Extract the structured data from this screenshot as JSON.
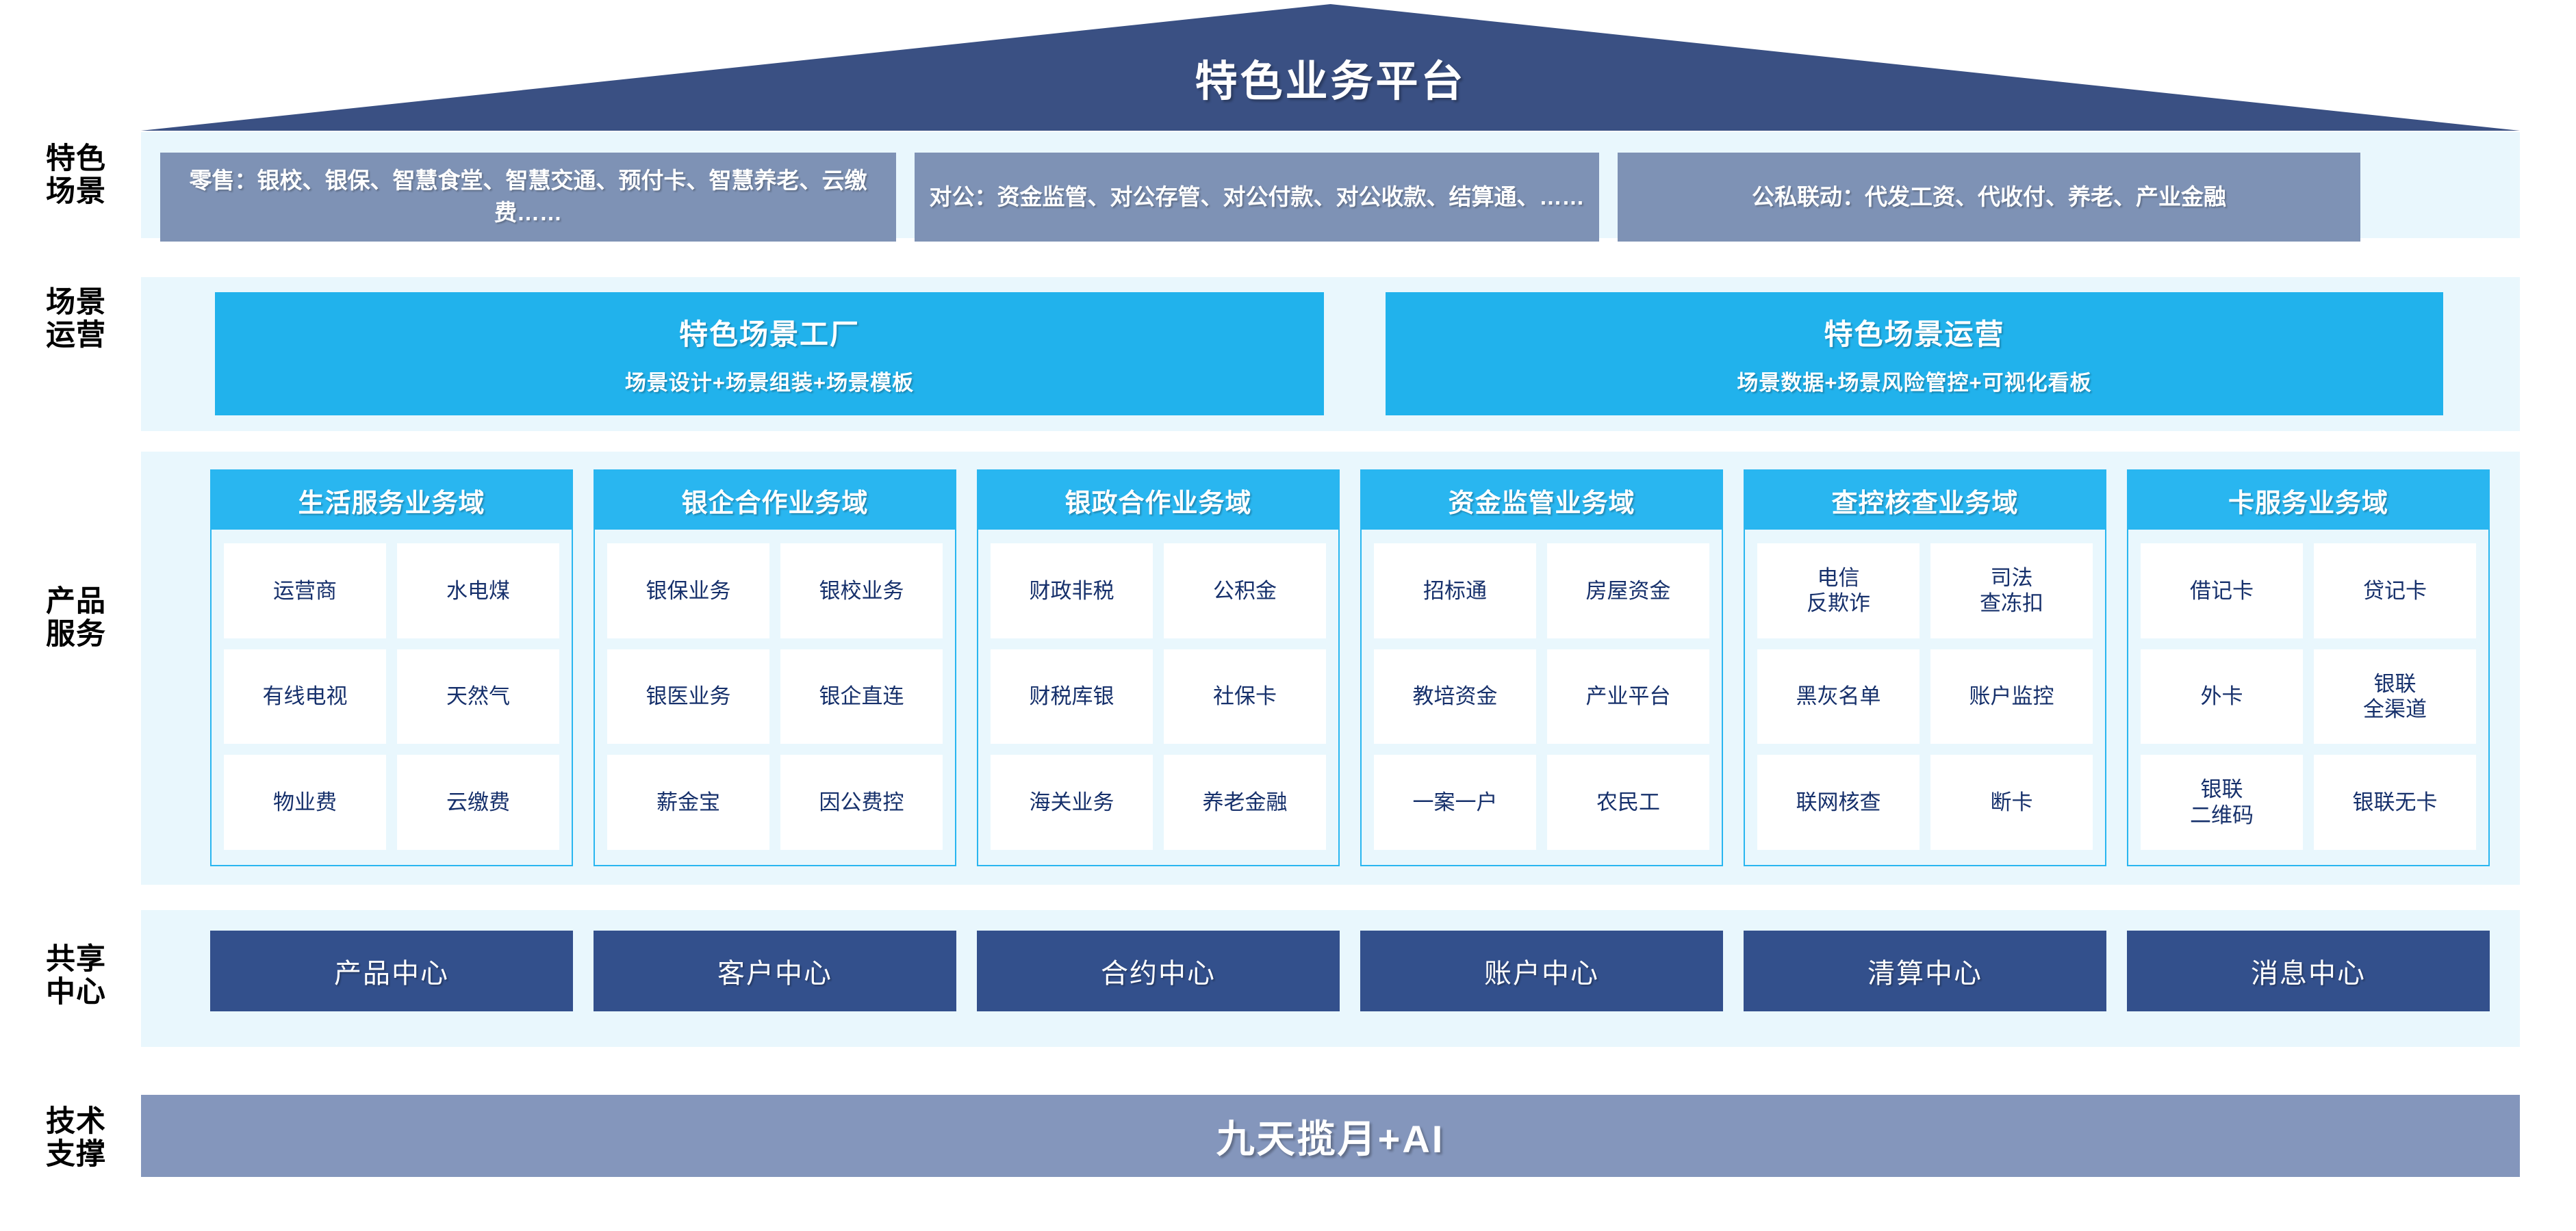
{
  "header": {
    "title": "特色业务平台"
  },
  "rows": {
    "scene": {
      "label": "特色\n场景"
    },
    "operation": {
      "label": "场景\n运营"
    },
    "product": {
      "label": "产品\n服务"
    },
    "shared": {
      "label": "共享\n中心"
    },
    "tech": {
      "label": "技术\n支撑"
    }
  },
  "scenes": [
    {
      "text": "零售：银校、银保、智慧食堂、智慧交通、预付卡、智慧养老、云缴费……"
    },
    {
      "text": "对公：资金监管、对公存管、对公付款、对公收款、结算通、……"
    },
    {
      "text": "公私联动：代发工资、代收付、养老、产业金融"
    }
  ],
  "operations": [
    {
      "title": "特色场景工厂",
      "subtitle": "场景设计+场景组装+场景模板"
    },
    {
      "title": "特色场景运营",
      "subtitle": "场景数据+场景风险管控+可视化看板"
    }
  ],
  "domains": [
    {
      "title": "生活服务业务域",
      "items": [
        "运营商",
        "水电煤",
        "有线电视",
        "天然气",
        "物业费",
        "云缴费"
      ]
    },
    {
      "title": "银企合作业务域",
      "items": [
        "银保业务",
        "银校业务",
        "银医业务",
        "银企直连",
        "薪金宝",
        "因公费控"
      ]
    },
    {
      "title": "银政合作业务域",
      "items": [
        "财政非税",
        "公积金",
        "财税库银",
        "社保卡",
        "海关业务",
        "养老金融"
      ]
    },
    {
      "title": "资金监管业务域",
      "items": [
        "招标通",
        "房屋资金",
        "教培资金",
        "产业平台",
        "一案一户",
        "农民工"
      ]
    },
    {
      "title": "查控核查业务域",
      "items": [
        "电信\n反欺诈",
        "司法\n查冻扣",
        "黑灰名单",
        "账户监控",
        "联网核查",
        "断卡"
      ]
    },
    {
      "title": "卡服务业务域",
      "items": [
        "借记卡",
        "贷记卡",
        "外卡",
        "银联\n全渠道",
        "银联\n二维码",
        "银联无卡"
      ]
    }
  ],
  "shared_centers": [
    {
      "label": "产品中心"
    },
    {
      "label": "客户中心"
    },
    {
      "label": "合约中心"
    },
    {
      "label": "账户中心"
    },
    {
      "label": "清算中心"
    },
    {
      "label": "消息中心"
    }
  ],
  "tech_support": {
    "label": "九天揽月+AI"
  },
  "colors": {
    "roof_navy": "#3A5083",
    "scene_slate": "#7E92B5",
    "operation_cyan": "#21B2EC",
    "domain_cyan": "#29B6F0",
    "band_pale": "#E9F7FD",
    "center_navy": "#33508C",
    "tech_slate": "#8496BC",
    "cell_text": "#16306B"
  }
}
